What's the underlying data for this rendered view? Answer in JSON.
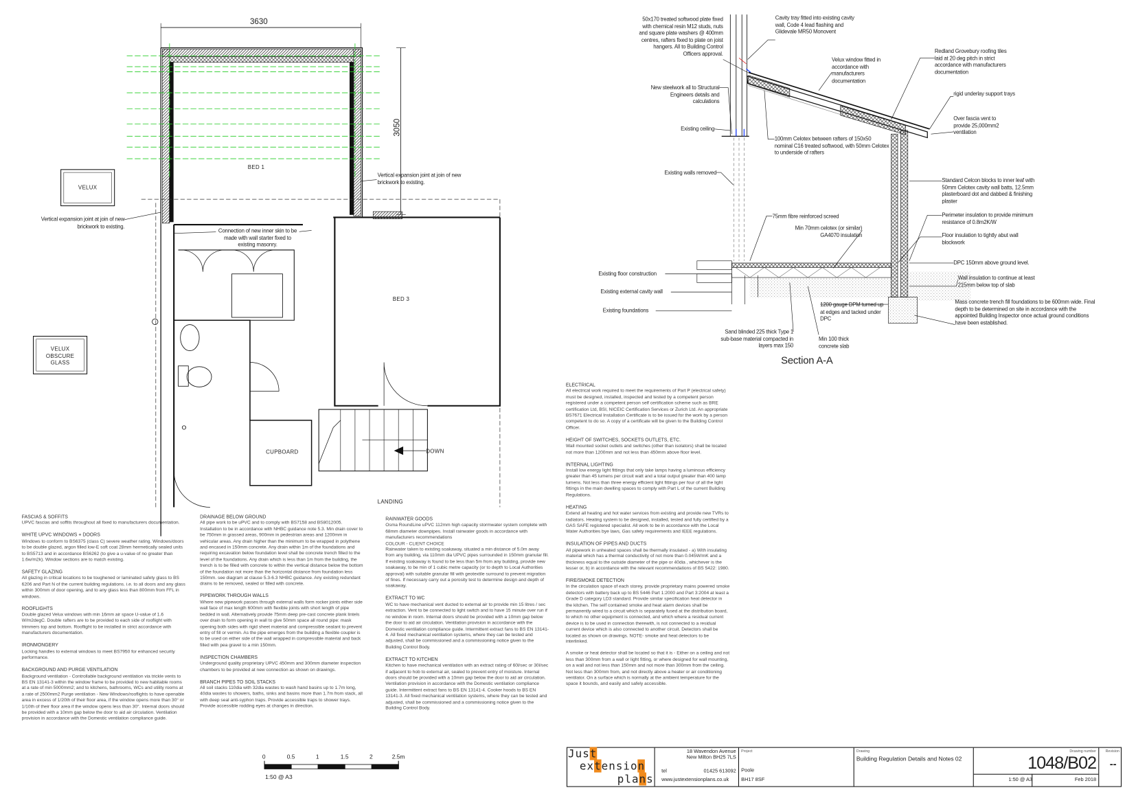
{
  "floor_plan": {
    "dimension_width": "3630",
    "dimension_depth": "3050",
    "rooms": {
      "bed1": "BED 1",
      "bed3": "BED 3",
      "cupboard": "CUPBOARD",
      "landing": "LANDING",
      "down": "DOWN"
    },
    "velux": "VELUX",
    "velux_obscure": "VELUX OBSCURE GLASS",
    "annotations": {
      "expansion_left": "Vertical expansion joint at join of new brickwork to existing.",
      "expansion_right": "Vertical expansion joint at join of new brickwork to existing.",
      "connection": "Connection of new inner skin to be made with wall starter fixed to existing masonry."
    }
  },
  "section": {
    "title": "Section A-A",
    "labels": [
      "50x170 treated softwood plate fixed with chemical resin M12 studs, nuts and square plate washers @ 400mm centres, rafters fixed to plate on joist hangers. All to Building Control Officers approval.",
      "Cavity tray fitted into existing cavity wall, Code 4 lead flashing and Glidevale MR50 Monovent",
      "Velux window fitted in accordance with manufacturers documentation",
      "Redland Grovebury roofing tiles laid at 20 deg pitch in strict accordance with manufacturers documentation",
      "rigid underlay support trays",
      "Over fascia vent to provide 25,000mm2 ventilation",
      "New steelwork all to Structural Engineers details and calculations",
      "Existing ceiling",
      "100mm Celotex between rafters of 150x50 nominal C16 treated softwood, with 50mm Celotex to underside of rafters",
      "Existing walls removed",
      "Standard Celcon blocks to inner leaf with 50mm Celotex cavity wall batts, 12.5mm plasterboard dot and dabbed & finishing plaster",
      "75mm fibre reinforced screed",
      "Min 70mm celotex (or similar) GA4070 insulation",
      "Perimeter insulation to provide minimum resistance of 0.8m2K/W",
      "Floor insulation to tightly abut wall blockwork",
      "DPC 150mm above ground level.",
      "Existing floor construction",
      "Wall insulation to continue at least 215mm below top of slab",
      "Existing external cavity wall",
      "1200 gauge DPM turned up at edges and tacked under DPC",
      "Mass concrete trench fill foundations to be 600mm wide. Final depth to be determined on site in accordance with the appointed Building Inspector once actual ground conditions have been established.",
      "Existing foundations",
      "Sand blinded 225 thick Type 1 sub-base material compacted in layers max 150",
      "Min 100 thick concrete slab"
    ]
  },
  "notes": {
    "col1": [
      {
        "heading": "FASCIAS & SOFFITS",
        "body": "UPVC fascias and soffits throughout all fixed to manufacturers documentation."
      },
      {
        "heading": "WHITE UPVC WINDOWS + DOORS",
        "body": "Windows to conform to BS6375 (class C) severe weather rating. Windows/doors to be double glazed, argon filled low-E soft coat 28mm hermetically sealed units to BS5713 and in accordance BS6262 (to give a u-value of no greater than 1.6w/m2k). Window sections are to match existing."
      },
      {
        "heading": "SAFETY GLAZING",
        "body": "All glazing in critical locations to be toughened or laminated safety glass to BS 6206 and Part N of the current building regulations. i.e. to all doors and any glass within 300mm of door opening, and to any glass less than 800mm from FFL in windows."
      },
      {
        "heading": "ROOFLIGHTS",
        "body": "Double glazed Velux windows with min 16mm air space U-value of 1.6 W/m2degC. Double rafters are to be provided to each side of rooflight with trimmers top and bottom. Rooflight to be installed in strict accordance with manufacturers documentation."
      },
      {
        "heading": "IRONMONGERY",
        "body": "Locking handles to external windows to meet BS7950 for enhanced security performance."
      },
      {
        "heading": "BACKGROUND AND PURGE VENTILATION",
        "body": "Background ventilation - Controllable background ventilation via trickle vents to BS EN 13141-3 within the window frame to be provided to new habitable rooms at a rate of min 5000mm2; and to kitchens, bathrooms, WCs and utility rooms at a rate of 2500mm2 Purge ventilation - New Windows/rooflights to have openable area in excess of 1/20th of their floor area, if the window opens more than 30° or 1/10th of their floor area if the window opens less than 30°. Internal doors should be provided with a 10mm gap below the door to aid air circulation. Ventilation provision in accordance with the Domestic ventilation compliance guide."
      }
    ],
    "col2": [
      {
        "heading": "DRAINAGE BELOW GROUND",
        "body": "All pipe work to be uPVC and to comply with BS7158 and BS8012005. Installation to be in accordance with NHBC guidance note 5.3. Min drain cover to be 750mm in grassed areas, 900mm in pedestrian areas and 1200mm in vehicular areas. Any drain higher than the minimum to be wrapped in polythene and encased in 150mm concrete. Any drain within 1m of the foundations and requiring excavation below foundation level shall be concrete trench filled to the level of the foundations. Any drain which is less than 1m from the building, the trench is to be filled with concrete to within the vertical distance below the bottom of the foundation not more than the horizontal distance from foundation less 150mm. see diagram at clause 5.3-6.3 NHBC guidance. Any existing redundant drains to be removed, sealed or filled with concrete."
      },
      {
        "heading": "PIPEWORK THROUGH WALLS",
        "body": "Where new pipework passes through external walls form rocker joints either side wall face of max length 600mm with flexible joints with short length of pipe bedded in wall. Alternatively provide 75mm deep pre-cast concrete plank lintels over drain to form opening in wall to give 50mm space all round pipe: mask opening both sides with rigid sheet material and compressible sealant to prevent entry of fill or vermin. As the pipe emerges from the building a flexible coupler is to be used on either side of the wall wrapped in compressible material and back filled with pea gravel to a min 150mm."
      },
      {
        "heading": "INSPECTION CHAMBERS",
        "body": "Underground quality proprietary UPVC 450mm and 300mm diameter inspection chambers to be provided at new connection as shown on drawings."
      },
      {
        "heading": "BRANCH PIPES TO SOIL STACKS",
        "body": "All soil stacks 110dia with 32dia wastes to wash hand basins up to 1.7m long, 40dia wastes to showers, baths, sinks and basins more than 1.7m from stack, all with deep seal anti-syphon traps. Provide accessible traps to shower trays. Provide accessible rodding eyes at changes in direction."
      }
    ],
    "col3": [
      {
        "heading": "RAINWATER GOODS",
        "body": "Osma RoundLine uPVC 112mm high capacity stormwater system complete with 68mm diameter downpipes. Install rainwater goods in accordance with manufacturers recommendations",
        "sub": "COLOUR - CLIENT CHOICE",
        "body2": "Rainwater taken to existing soakaway, situated a min distance of 5.0m away from any building, via 110mm dia UPVC pipes surrounded in 150mm granular fill. If existing soakaway is found to be less than 5m from any building, provide new soakaway, to be min of 1 cubic metre capacity (or to depth to Local Authorities approval) with suitable granular fill with geotextile surround to prevent migration of fines. If necessary carry out a porosity test to determine design and depth of soakaway."
      },
      {
        "heading": "EXTRACT TO WC",
        "body": "WC to have mechanical vent ducted to external air to provide min 15 litres / sec extraction. Vent to be connected to light switch and to have 15 minute over run if no window in room. Internal doors should be provided with a 10mm gap below the door to aid air circulation. Ventilation provision in accordance with the Domestic ventilation compliance guide. Intermittent extract fans to BS EN 13141-4. All fixed mechanical ventilation systems, where they can be tested and adjusted, shall be commissioned and a commissioning notice given to the Building Control Body."
      },
      {
        "heading": "EXTRACT TO KITCHEN",
        "body": "Kitchen to have mechanical ventilation with an extract rating of 60l/sec or 30l/sec if adjacent to hob to external air, sealed to prevent entry of moisture. Internal doors should be provided with a 10mm gap below the door to aid air circulation. Ventilation provision in accordance with the Domestic ventilation compliance guide. Intermittent extract fans to BS EN 13141-4. Cooker hoods to BS EN 13141-3. All fixed mechanical ventilation systems, where they can be tested and adjusted, shall be commissioned and a commissioning notice given to the Building Control Body."
      }
    ],
    "col4": [
      {
        "heading": "ELECTRICAL",
        "body": "All electrical work required to meet the requirements of Part P (electrical safety) must be designed, installed, inspected and tested by a competent person registered under a competent person self certification scheme such as BRE certification Ltd, BSI, NICEIC Certification Services or Zurich Ltd. An appropriate BS7671 Electrical Installation Certificate is to be issued for the work by a person competent to do so. A copy of a certificate will be given to the Building Control Officer."
      },
      {
        "heading": "HEIGHT OF SWITCHES, SOCKETS OUTLETS, ETC.",
        "body": "Wall mounted socket outlets and switches (other than isolators) shall be located not more than 1200mm and not less than 450mm above floor level."
      },
      {
        "heading": "INTERNAL LIGHTING",
        "body": "Install low energy light fittings that only take lamps having a luminous efficiency greater than 45 lumens per circuit watt and a total output greater than 400 lamp lumens. Not less than three energy efficient light fittings per four of all the light fittings in the main dwelling spaces to comply with Part L of the current Building Regulations."
      },
      {
        "heading": "HEATING",
        "body": "Extend all heating and hot water services from existing and provide new TVRs to radiators. Heating system to be designed, installed, tested and fully certified by a GAS SAFE registered specialist. All work to be in accordance with the Local Water Authorities bye laws, Gas safety requirements and IEEE regulations."
      },
      {
        "heading": "INSULATION OF PIPES AND DUCTS",
        "body": "All pipework in unheated spaces shall be thermally insulated - a) With insulating material which has a thermal conductivity of not more than 0.045W/mK and a thickness equal to the outside diameter of the pipe or 40dia , whichever is the lesser or, b) in accordance with the relevant recommendations of BS 5422: 1980."
      },
      {
        "heading": "FIRE/SMOKE DETECTION",
        "body": "In the circulation space of each storey, provide proprietary mains powered smoke detectors with battery back up to BS 5446 Part 1:2000 and Part 3:2004 at least a Grade D category LD3 standard. Provide similar specification heat detector in the kitchen. The self contained smoke and heat alarm devices shall be permanently wired to a circuit which is separately fused at the distribution board, to which no other equipment is connected, and which where a residual current device is to be used in connection therewith, is not connected to a residual current device which is also connected to another circuit. Detectors shall be located as shown on drawings. NOTE- smoke and heat detectors to be interlinked.",
        "body2": "A smoke or heat detector shall be located so that it is - Either on a ceiling and not less than 300mm from a wall or light fitting, or where designed for wall mounting, on a wall and not less than 150mm and not more than 300mm from the ceiling. Not less than 300mm from, and not directly above a heater or air conditioning ventilator. On a surface which is normally at the ambient temperature for the space it bounds, and easily and safely accessible."
      }
    ]
  },
  "scale_bar": {
    "ticks": [
      "0",
      "0.5",
      "1",
      "1.5",
      "2",
      "2.5m"
    ],
    "scale": "1:50 @ A3"
  },
  "title_block": {
    "logo": [
      "Jus",
      "t",
      "ex",
      "t",
      "ensio",
      "n",
      "pla",
      "n",
      "s"
    ],
    "address_line1": "18 Wavendon Avenue",
    "address_line2": "New Milton  BH25 7LS",
    "tel_label": "tel",
    "tel": "01425 613092",
    "website": "www.justextensionplans.co.uk",
    "project_label": "Project",
    "project_town": "Poole",
    "project_postcode": "BH17 8SF",
    "drawing_label": "Drawing",
    "drawing_title": "Building Regulation Details and Notes 02",
    "drawing_number_label": "Drawing number",
    "drawing_number": "1048/B02",
    "scale": "1:50 @ A3",
    "date": "Feb 2018",
    "revision_label": "Revision",
    "revision": "--"
  },
  "colors": {
    "logo_accent": "#f08a1c",
    "construction_lines": "#22cc22",
    "line": "#111111"
  }
}
